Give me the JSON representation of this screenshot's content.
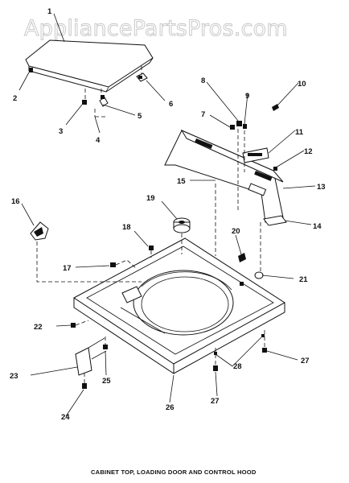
{
  "watermark": "AppliancePartsPros.com",
  "caption": "CABINET TOP, LOADING DOOR AND CONTROL HOOD",
  "part_labels": {
    "p1": "1",
    "p2": "2",
    "p3": "3",
    "p4": "4",
    "p5": "5",
    "p6": "6",
    "p7": "7",
    "p8": "8",
    "p9": "9",
    "p10": "10",
    "p11": "11",
    "p12": "12",
    "p13": "13",
    "p14": "14",
    "p15": "15",
    "p16": "16",
    "p17": "17",
    "p18": "18",
    "p19": "19",
    "p20": "20",
    "p21": "21",
    "p22": "22",
    "p23": "23",
    "p24": "24",
    "p25": "25",
    "p26": "26",
    "p27a": "27",
    "p27b": "27",
    "p28": "28"
  }
}
